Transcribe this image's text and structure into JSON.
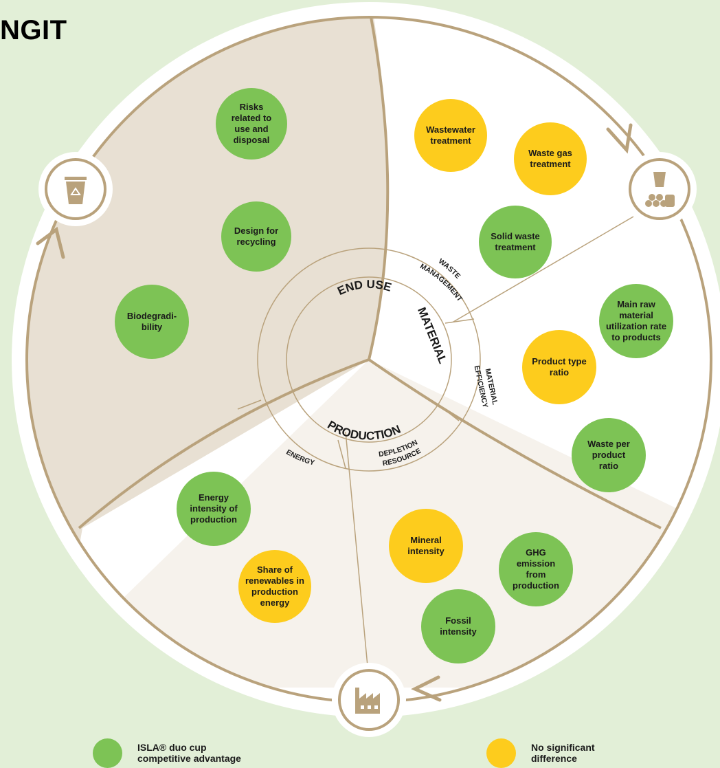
{
  "title": "NGIT",
  "colors": {
    "background": "#e2efd7",
    "ring": "#b9a27c",
    "end_use_sector": "#e8e0d3",
    "production_sector": "#f6f2ec",
    "material_sector": "#ffffff",
    "green": "#7dc355",
    "yellow": "#fdcc1d"
  },
  "center": {
    "end_use": "END USE",
    "material": "MATERIAL",
    "production": "PRODUCTION",
    "waste_management": [
      "WASTE",
      "MANAGEMENT"
    ],
    "material_efficiency": [
      "MATERIAL",
      "EFFICIENCY"
    ],
    "resource_depletion": [
      "RESOURCE",
      "DEPLETION"
    ],
    "energy": "ENERGY"
  },
  "icons": {
    "end_use": "recycling-bin-icon",
    "material": "raw-material-cup-icon",
    "production": "factory-icon"
  },
  "bubbles": [
    {
      "id": "risks",
      "text": "Risks\nrelated to\nuse and\ndisposal",
      "color": "green"
    },
    {
      "id": "design",
      "text": "Design for\nrecycling",
      "color": "green"
    },
    {
      "id": "bio",
      "text": "Biodegradi-\nbility",
      "color": "green"
    },
    {
      "id": "wastewater",
      "text": "Wastewater\ntreatment",
      "color": "yellow"
    },
    {
      "id": "wastegas",
      "text": "Waste gas\ntreatment",
      "color": "yellow"
    },
    {
      "id": "solid",
      "text": "Solid waste\ntreatment",
      "color": "green"
    },
    {
      "id": "mainraw",
      "text": "Main raw\nmaterial\nutilization rate\nto products",
      "color": "green"
    },
    {
      "id": "producttype",
      "text": "Product type\nratio",
      "color": "yellow"
    },
    {
      "id": "wasteper",
      "text": "Waste per\nproduct\nratio",
      "color": "green"
    },
    {
      "id": "energyint",
      "text": "Energy\nintensity of\nproduction",
      "color": "green"
    },
    {
      "id": "share",
      "text": "Share of\nrenewables in\nproduction\nenergy",
      "color": "yellow"
    },
    {
      "id": "mineral",
      "text": "Mineral\nintensity",
      "color": "yellow"
    },
    {
      "id": "ghg",
      "text": "GHG\nemission\nfrom\nproduction",
      "color": "green"
    },
    {
      "id": "fossil",
      "text": "Fossil\nintensity",
      "color": "green"
    }
  ],
  "legend": {
    "green_label": "ISLA® duo cup\ncompetitive advantage",
    "yellow_label": "No significant\ndifference"
  }
}
